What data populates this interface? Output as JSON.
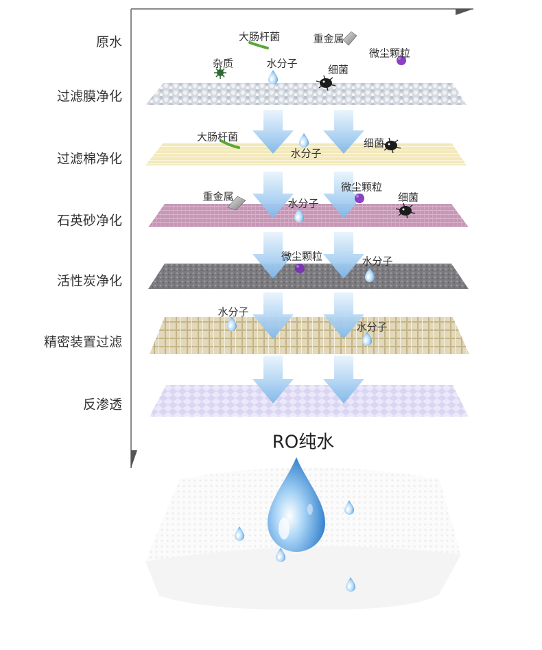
{
  "stages": [
    {
      "id": "raw",
      "label": "原水"
    },
    {
      "id": "membrane",
      "label": "过滤膜净化"
    },
    {
      "id": "cotton",
      "label": "过滤棉净化"
    },
    {
      "id": "quartz",
      "label": "石英砂净化"
    },
    {
      "id": "carbon",
      "label": "活性炭净化"
    },
    {
      "id": "precision",
      "label": "精密装置过滤"
    },
    {
      "id": "ro",
      "label": "反渗透"
    }
  ],
  "particles": {
    "ecoli": "大肠杆菌",
    "heavy_metal": "重金属",
    "dust": "微尘颗粒",
    "impurity": "杂质",
    "water": "水分子",
    "bacteria": "细菌"
  },
  "result": {
    "label": "RO纯水"
  },
  "colors": {
    "membrane": "#d3d8df",
    "cotton": "#efe2a8",
    "quartz": "#c99bb9",
    "carbon": "#7d7c80",
    "precision": "#d6caa8",
    "ro": "#dcd8f2",
    "arrow": "#9ec9ee",
    "drop": "#3d8fd8",
    "ecoli": "#5aa83a",
    "dust": "#8a3fc4",
    "impurity": "#2f6b32",
    "bacteria": "#1c1c1c",
    "metal": "#9a9a9a"
  }
}
